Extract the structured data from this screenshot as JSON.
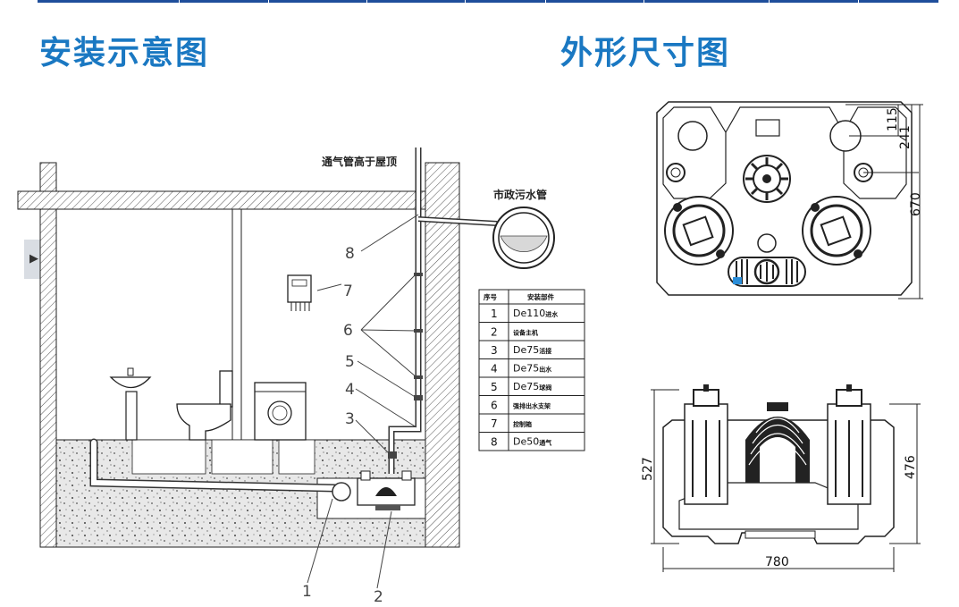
{
  "headings": {
    "installation": "安装示意图",
    "dimensions": "外形尺寸图"
  },
  "labels": {
    "vent_pipe": "通气管高于屋顶",
    "sewer": "市政污水管"
  },
  "callouts": [
    "1",
    "2",
    "3",
    "4",
    "5",
    "6",
    "7",
    "8"
  ],
  "parts_table": {
    "header_no": "序号",
    "header_part": "安装部件",
    "rows": [
      {
        "no": "1",
        "part": "De110",
        "note": "进水"
      },
      {
        "no": "2",
        "part": "",
        "note": "设备主机"
      },
      {
        "no": "3",
        "part": "De75",
        "note": "活接"
      },
      {
        "no": "4",
        "part": "De75",
        "note": "出水"
      },
      {
        "no": "5",
        "part": "De75",
        "note": "球阀"
      },
      {
        "no": "6",
        "part": "",
        "note": "强排出水支架"
      },
      {
        "no": "7",
        "part": "",
        "note": "控制箱"
      },
      {
        "no": "8",
        "part": "De50",
        "note": "通气"
      }
    ]
  },
  "dimensions": {
    "top_view": [
      "115",
      "241",
      "670"
    ],
    "front_view": {
      "height_total": "527",
      "height_body": "476",
      "width": "780"
    }
  },
  "colors": {
    "heading": "#1a78c2",
    "line": "#2a2a2a",
    "concrete": "#e4e4e4",
    "rule": "#1f4e9b"
  },
  "side_tab_icon": "collapse-panel-icon"
}
